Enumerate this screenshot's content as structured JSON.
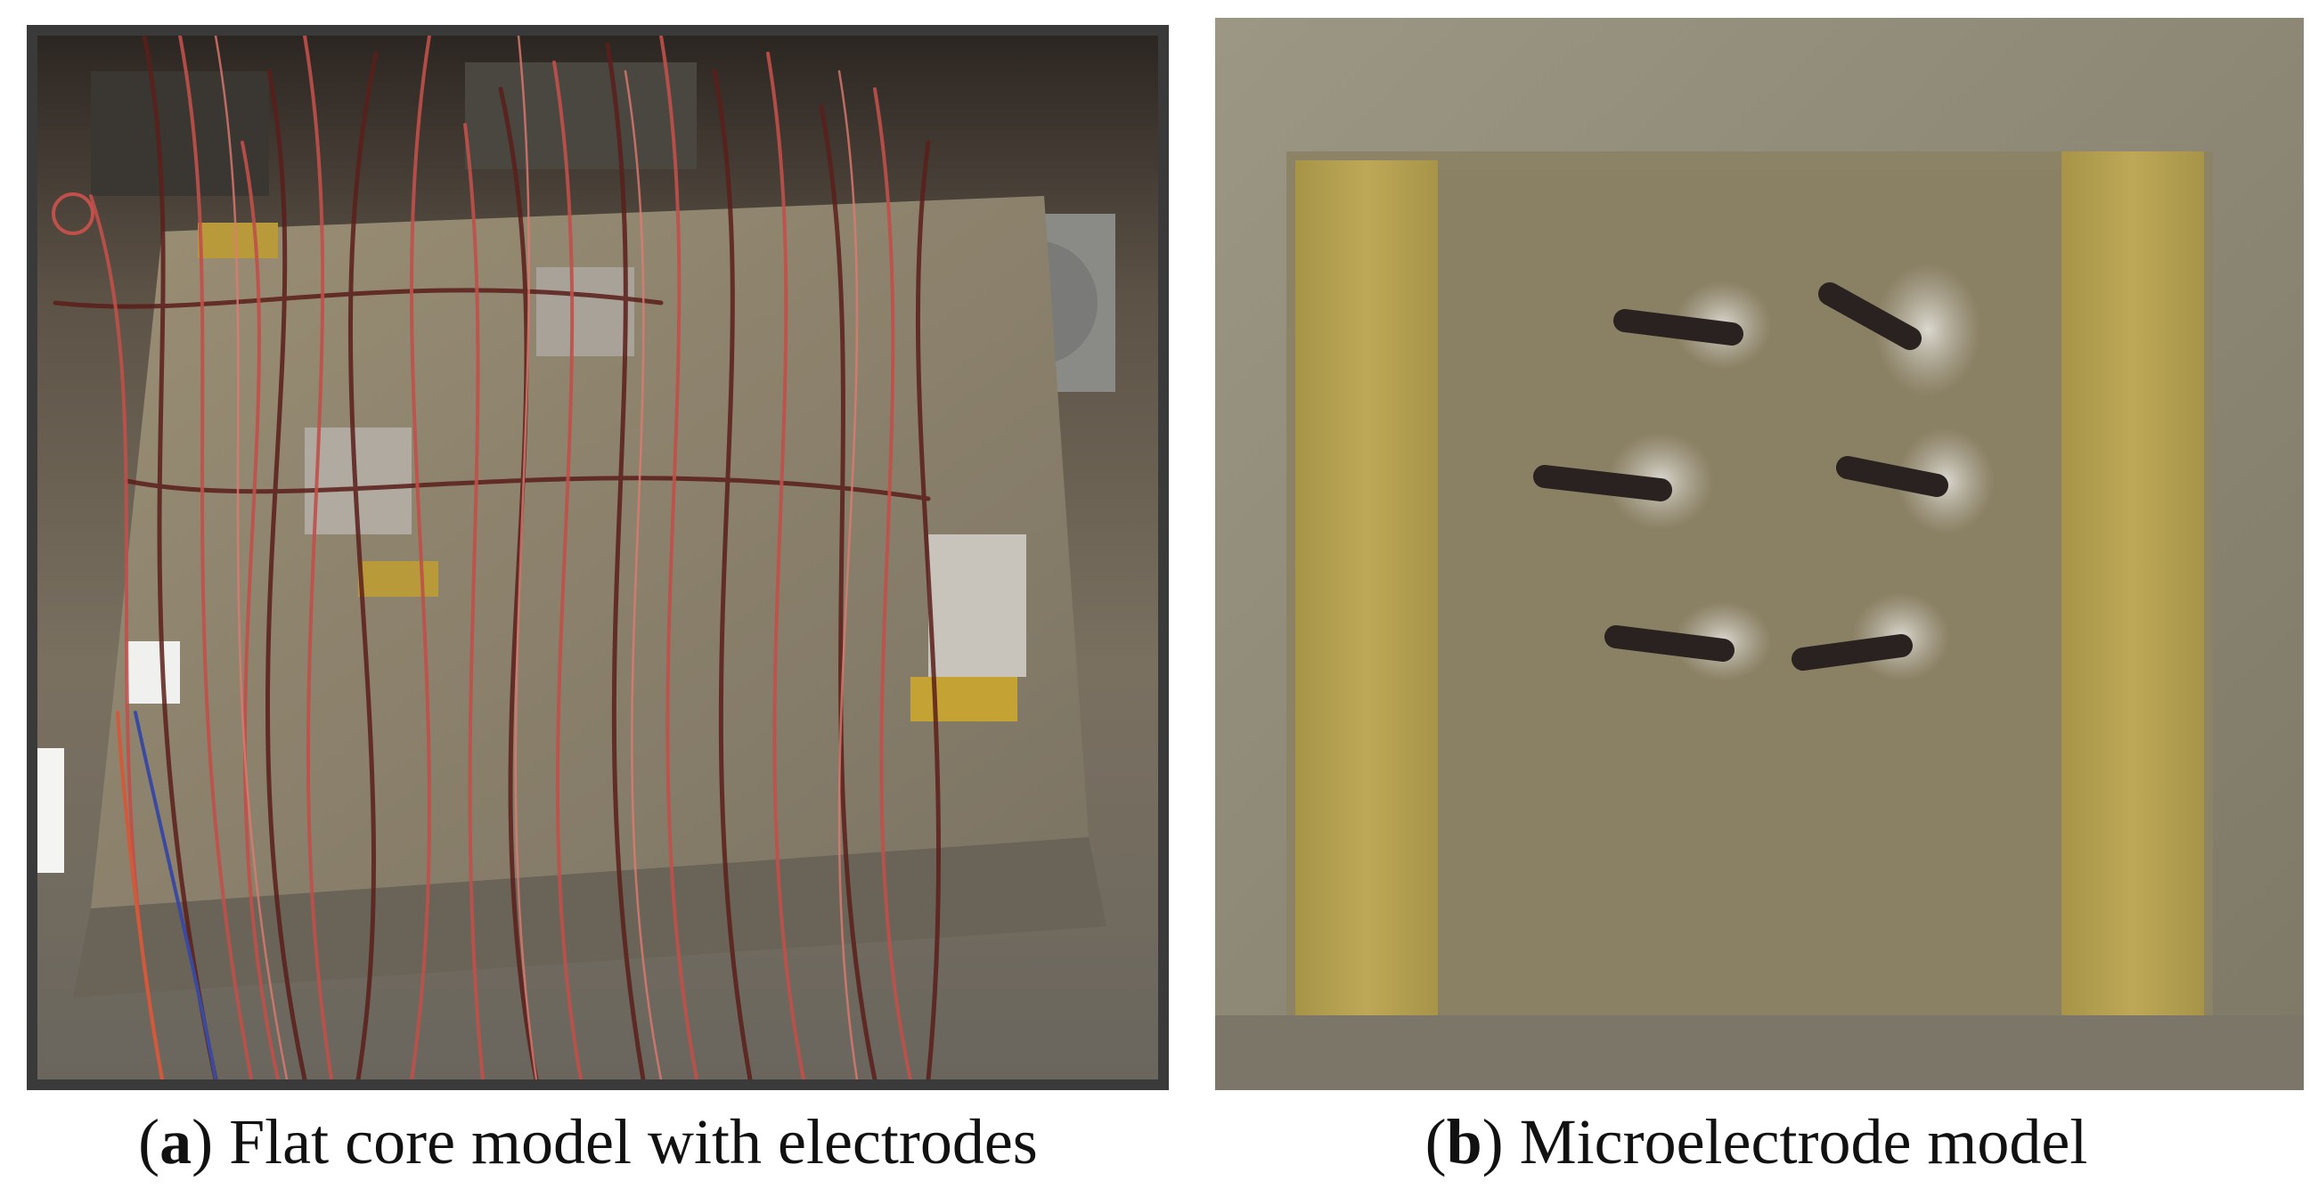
{
  "figure": {
    "panels": [
      {
        "letter": "a",
        "caption": "Flat core model with electrodes",
        "photo_subject": "flat core model with many twisted red/copper electrode wires"
      },
      {
        "letter": "b",
        "caption": "Microelectrode model",
        "photo_subject": "resin block with yellow side strips and six dark microelectrode needles"
      }
    ]
  },
  "colors": {
    "wire_red": "#c0504a",
    "wire_dark": "#5a1e1a",
    "steel": "#8f8a80",
    "resin": "#8e8466",
    "tape_yellow": "#b8a24a",
    "electrode_dark": "#2a2220"
  }
}
